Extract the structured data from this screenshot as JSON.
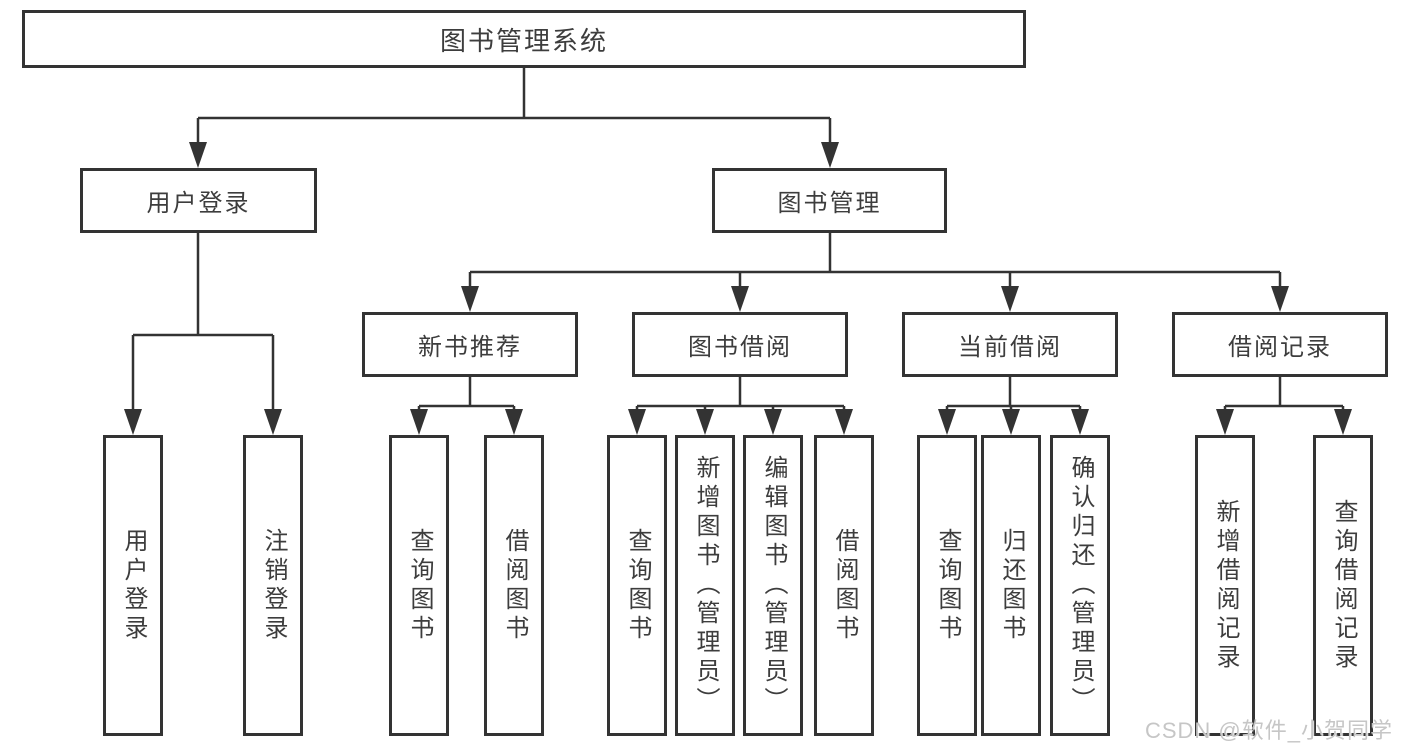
{
  "tree": {
    "label": "图书管理系统",
    "children": [
      {
        "label": "用户登录",
        "children": [
          {
            "label": "用户登录"
          },
          {
            "label": "注销登录"
          }
        ]
      },
      {
        "label": "图书管理",
        "children": [
          {
            "label": "新书推荐",
            "children": [
              {
                "label": "查询图书"
              },
              {
                "label": "借阅图书"
              }
            ]
          },
          {
            "label": "图书借阅",
            "children": [
              {
                "label": "查询图书"
              },
              {
                "label": "新增图书（管理员）"
              },
              {
                "label": "编辑图书（管理员）"
              },
              {
                "label": "借阅图书"
              }
            ]
          },
          {
            "label": "当前借阅",
            "children": [
              {
                "label": "查询图书"
              },
              {
                "label": "归还图书"
              },
              {
                "label": "确认归还（管理员）"
              }
            ]
          },
          {
            "label": "借阅记录",
            "children": [
              {
                "label": "新增借阅记录"
              },
              {
                "label": "查询借阅记录"
              }
            ]
          }
        ]
      }
    ]
  },
  "watermark": {
    "text": "CSDN @软件_小贺同学"
  },
  "colors": {
    "line": "#333333",
    "box_border": "#333333",
    "box_fill": "#ffffff",
    "text": "#3d3d3d",
    "watermark": "#c6c6c6"
  }
}
